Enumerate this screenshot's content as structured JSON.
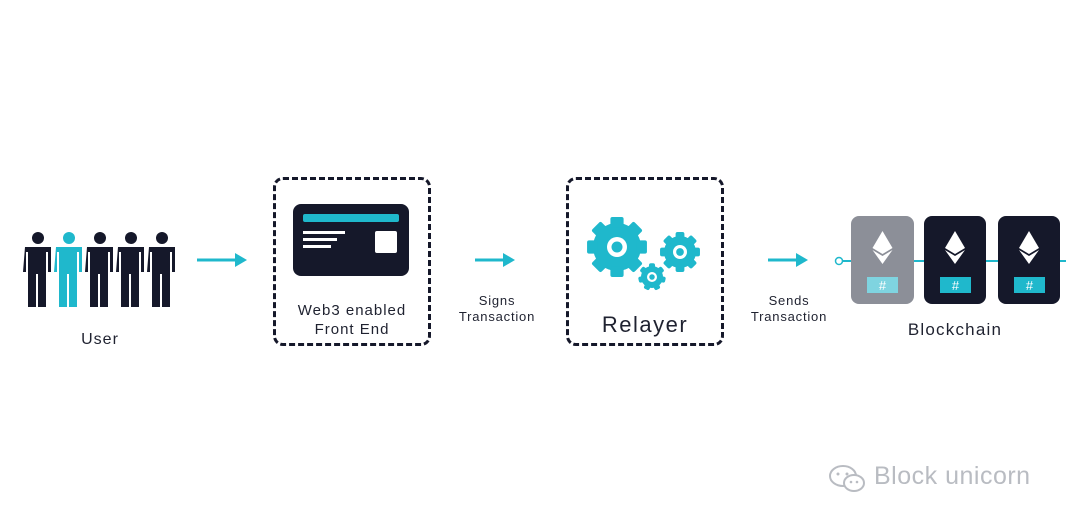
{
  "nodes": {
    "user": {
      "label": "User"
    },
    "front_end": {
      "label_line1": "Web3 enabled",
      "label_line2": "Front End"
    },
    "relayer": {
      "label": "Relayer"
    },
    "blockchain": {
      "label": "Blockchain",
      "block_symbol": "#"
    }
  },
  "edges": {
    "user_to_frontend": {
      "label": ""
    },
    "frontend_to_relayer": {
      "label_line1": "Signs",
      "label_line2": "Transaction"
    },
    "relayer_to_blockchain": {
      "label_line1": "Sends",
      "label_line2": "Transaction"
    }
  },
  "watermark": {
    "text": "Block unicorn"
  },
  "colors": {
    "accent": "#1fb8cc",
    "dark": "#15182a",
    "muted_block": "#8c8f98"
  }
}
